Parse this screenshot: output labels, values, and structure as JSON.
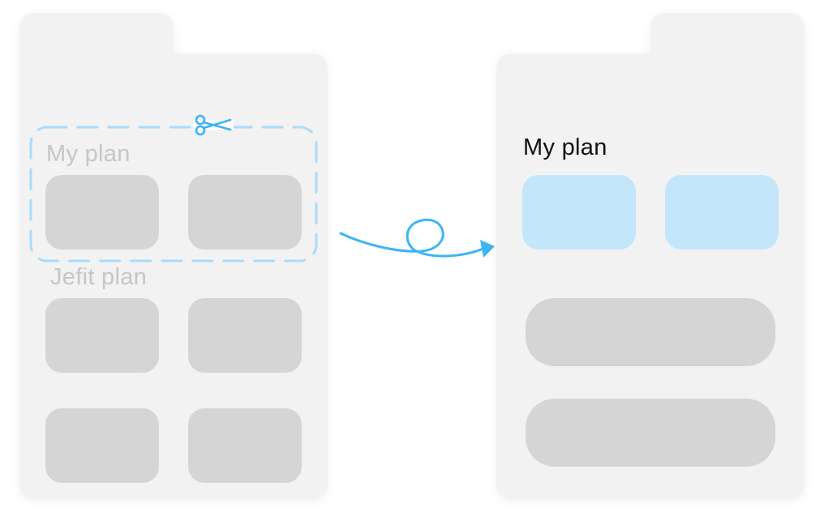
{
  "colors": {
    "sheet": "#f2f2f2",
    "card_grey": "#d5d5d5",
    "card_blue": "#c4e6fb",
    "dash_blue": "#a9dbfb",
    "accent_blue": "#3db4f5",
    "muted_text": "#c6c6c6",
    "dark_text": "#111111"
  },
  "left_panel": {
    "section1_label": "My plan",
    "section2_label": "Jefit plan",
    "cut_icon": "scissors-icon"
  },
  "connector": {
    "icon": "loop-arrow-icon"
  },
  "right_panel": {
    "section_label": "My plan"
  }
}
